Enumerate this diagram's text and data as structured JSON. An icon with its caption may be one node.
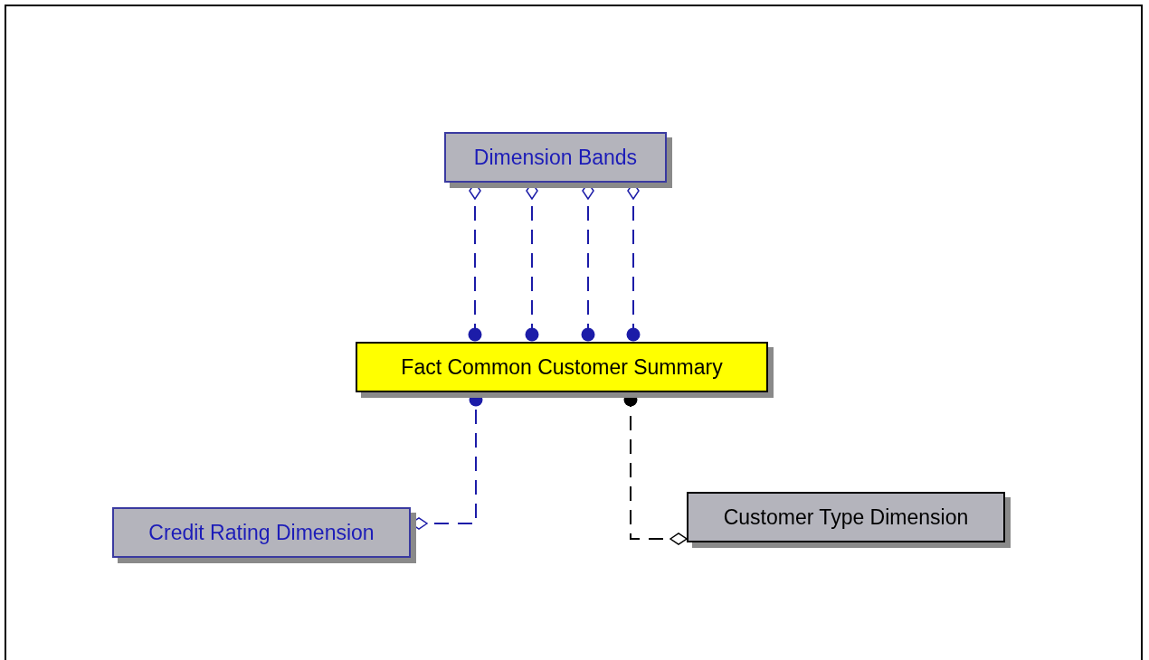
{
  "diagram": {
    "nodes": [
      {
        "text": [
          "Dimension Bands"
        ]
      },
      {
        "text": [
          "Fact Common Customer Summary"
        ]
      },
      {
        "text": [
          "Credit Rating Dimension"
        ]
      },
      {
        "text": [
          "Customer Type Dimension"
        ]
      }
    ],
    "edges": [
      {
        "from": 0,
        "to": 1,
        "arrow": "other",
        "style": "dashed"
      },
      {
        "from": 0,
        "to": 1,
        "arrow": "other",
        "style": "dashed"
      },
      {
        "from": 0,
        "to": 1,
        "arrow": "other",
        "style": "dashed"
      },
      {
        "from": 0,
        "to": 1,
        "arrow": "other",
        "style": "dashed"
      },
      {
        "from": 2,
        "to": 1,
        "arrow": "other",
        "style": "dashed"
      },
      {
        "from": 3,
        "to": 1,
        "arrow": "other",
        "style": "dashed",
        "color": "#000000"
      }
    ]
  }
}
